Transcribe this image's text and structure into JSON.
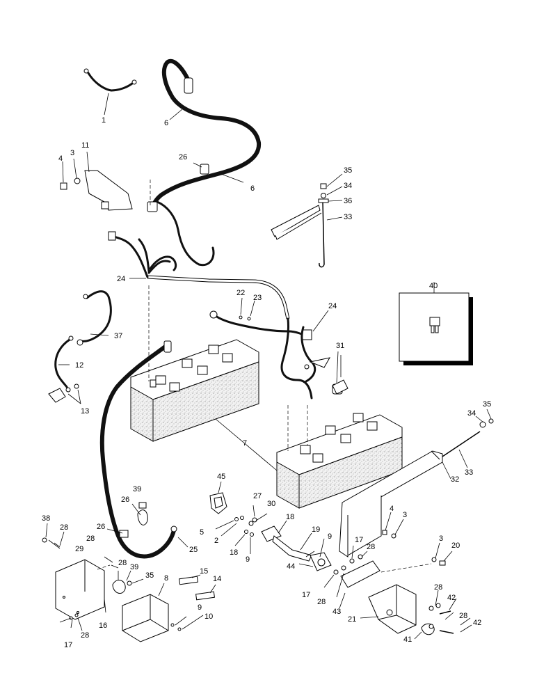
{
  "callouts": [
    {
      "id": "c1",
      "text": "1"
    },
    {
      "id": "c6a",
      "text": "6"
    },
    {
      "id": "c6b",
      "text": "6"
    },
    {
      "id": "c26a",
      "text": "26"
    },
    {
      "id": "c11",
      "text": "11"
    },
    {
      "id": "c3a",
      "text": "3"
    },
    {
      "id": "c4a",
      "text": "4"
    },
    {
      "id": "c35a",
      "text": "35"
    },
    {
      "id": "c34a",
      "text": "34"
    },
    {
      "id": "c36",
      "text": "36"
    },
    {
      "id": "c33a",
      "text": "33"
    },
    {
      "id": "c24a",
      "text": "24"
    },
    {
      "id": "c40",
      "text": "40"
    },
    {
      "id": "c22",
      "text": "22"
    },
    {
      "id": "c23",
      "text": "23"
    },
    {
      "id": "c24b",
      "text": "24"
    },
    {
      "id": "c37",
      "text": "37"
    },
    {
      "id": "c31",
      "text": "31"
    },
    {
      "id": "c12",
      "text": "12"
    },
    {
      "id": "c13",
      "text": "13"
    },
    {
      "id": "c7",
      "text": "7"
    },
    {
      "id": "c35b",
      "text": "35"
    },
    {
      "id": "c34b",
      "text": "34"
    },
    {
      "id": "c33b",
      "text": "33"
    },
    {
      "id": "c32",
      "text": "32"
    },
    {
      "id": "c45",
      "text": "45"
    },
    {
      "id": "c39a",
      "text": "39"
    },
    {
      "id": "c26b",
      "text": "26"
    },
    {
      "id": "c26c",
      "text": "26"
    },
    {
      "id": "c25",
      "text": "25"
    },
    {
      "id": "c38",
      "text": "38"
    },
    {
      "id": "c28a",
      "text": "28"
    },
    {
      "id": "c28b",
      "text": "28"
    },
    {
      "id": "c29",
      "text": "29"
    },
    {
      "id": "c27",
      "text": "27"
    },
    {
      "id": "c30",
      "text": "30"
    },
    {
      "id": "c18a",
      "text": "18"
    },
    {
      "id": "c5",
      "text": "5"
    },
    {
      "id": "c2",
      "text": "2"
    },
    {
      "id": "c18b",
      "text": "18"
    },
    {
      "id": "c9a",
      "text": "9"
    },
    {
      "id": "c19",
      "text": "19"
    },
    {
      "id": "c9b",
      "text": "9"
    },
    {
      "id": "c4b",
      "text": "4"
    },
    {
      "id": "c3b",
      "text": "3"
    },
    {
      "id": "c17a",
      "text": "17"
    },
    {
      "id": "c28c",
      "text": "28"
    },
    {
      "id": "c3c",
      "text": "3"
    },
    {
      "id": "c20",
      "text": "20"
    },
    {
      "id": "c28d",
      "text": "28"
    },
    {
      "id": "c39b",
      "text": "39"
    },
    {
      "id": "c35c",
      "text": "35"
    },
    {
      "id": "c8",
      "text": "8"
    },
    {
      "id": "c15",
      "text": "15"
    },
    {
      "id": "c14",
      "text": "14"
    },
    {
      "id": "c44",
      "text": "44"
    },
    {
      "id": "c17b",
      "text": "17"
    },
    {
      "id": "c28e",
      "text": "28"
    },
    {
      "id": "c43",
      "text": "43"
    },
    {
      "id": "c16",
      "text": "16"
    },
    {
      "id": "c9c",
      "text": "9"
    },
    {
      "id": "c10",
      "text": "10"
    },
    {
      "id": "c28f",
      "text": "28"
    },
    {
      "id": "c42a",
      "text": "42"
    },
    {
      "id": "c21",
      "text": "21"
    },
    {
      "id": "c28g",
      "text": "28"
    },
    {
      "id": "c42b",
      "text": "42"
    },
    {
      "id": "c41",
      "text": "41"
    },
    {
      "id": "c17c",
      "text": "17"
    },
    {
      "id": "c28h",
      "text": "28"
    }
  ]
}
